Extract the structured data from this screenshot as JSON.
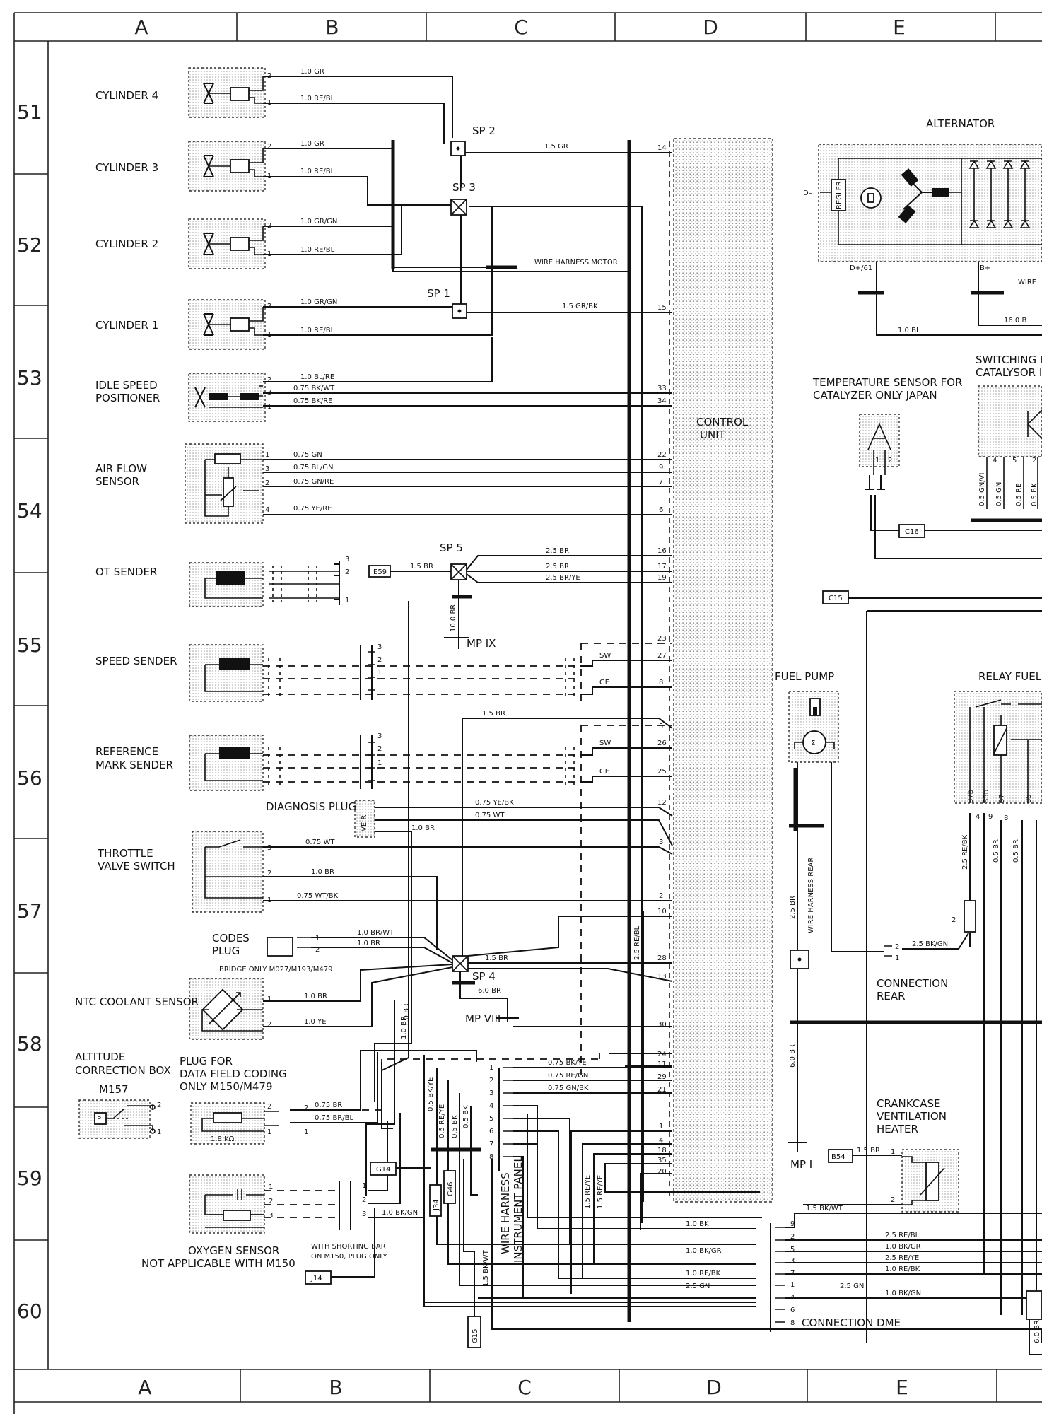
{
  "columns": [
    "A",
    "B",
    "C",
    "D",
    "E"
  ],
  "rows": [
    "51",
    "52",
    "53",
    "54",
    "55",
    "56",
    "57",
    "58",
    "59",
    "60"
  ],
  "components": {
    "cylinder4": "CYLINDER 4",
    "cylinder3": "CYLINDER 3",
    "cylinder2": "CYLINDER 2",
    "cylinder1": "CYLINDER 1",
    "idle_line1": "IDLE SPEED",
    "idle_line2": "POSITIONER",
    "airflow_line1": "AIR FLOW",
    "airflow_line2": "SENSOR",
    "ot_sender": "OT SENDER",
    "speed_sender": "SPEED SENDER",
    "refmark_line1": "REFERENCE",
    "refmark_line2": "MARK SENDER",
    "diagnosis_plug": "DIAGNOSIS PLUG",
    "throttle_line1": "THROTTLE",
    "throttle_line2": "VALVE SWITCH",
    "codes_line1": "CODES",
    "codes_line2": "PLUG",
    "bridge_note": "BRIDGE ONLY M027/M193/M479",
    "ntc": "NTC COOLANT SENSOR",
    "altitude_line1": "ALTITUDE",
    "altitude_line2": "CORRECTION BOX",
    "altitude_line3": "M157",
    "plugdata_line1": "PLUG FOR",
    "plugdata_line2": "DATA FIELD CODING",
    "plugdata_line3": "ONLY M150/M479",
    "resistor_value": "1.8 KΩ",
    "oxygen_line1": "OXYGEN SENSOR",
    "oxygen_line2": "NOT APPLICABLE WITH M150",
    "shorting_line1": "WITH SHORTING BAR",
    "shorting_line2": "ON M150, PLUG ONLY",
    "control_line1": "CONTROL",
    "control_line2": "UNIT",
    "alternator": "ALTERNATOR",
    "regler": "REGLER",
    "temp_line1": "TEMPERATURE SENSOR FOR",
    "temp_line2": "CATALYZER ONLY JAPAN",
    "switching_line1": "SWITCHING F",
    "switching_line2": "CATALYSOR I",
    "fuel_pump": "FUEL PUMP",
    "relay_fuel": "RELAY FUEL",
    "connrear_line1": "CONNECTION",
    "connrear_line2": "REAR",
    "crank_line1": "CRANKCASE",
    "crank_line2": "VENTILATION",
    "crank_line3": "HEATER",
    "connection_dme": "CONNECTION DME",
    "wh_motor": "WIRE HARNESS MOTOR",
    "wh_rear": "WIRE HARNESS REAR",
    "wh_instr_line1": "WIRE HARNESS",
    "wh_instr_line2": "INSTRUMENT PANEL",
    "wire_partial": "WIRE",
    "sw": "SW",
    "ge": "GE",
    "alt_minus": "D–",
    "alt_d61": "D+/61",
    "alt_bplus": "B+"
  },
  "splices": [
    "SP 1",
    "SP 2",
    "SP 3",
    "SP 4",
    "SP 5"
  ],
  "mass_points": [
    "MP IX",
    "MP VIII",
    "MP I"
  ],
  "refs": [
    "E59",
    "C16",
    "C15",
    "G14",
    "G46",
    "J34",
    "J14",
    "G15",
    "B54"
  ],
  "wires": {
    "w1": "1.0 GR",
    "w2": "1.0 RE/BL",
    "w3": "1.0 GR",
    "w4": "1.0 RE/BL",
    "w5": "1.0 GR/GN",
    "w6": "1.0 RE/BL",
    "w7": "1.0 GR/GN",
    "w8": "1.0 RE/BL",
    "w9": "1.5 GR",
    "w10": "1.5 GR/BK",
    "w11": "1.0 BL/RE",
    "w12": "0.75 BK/WT",
    "w13": "0.75 BK/RE",
    "w14": "0.75 GN",
    "w15": "0.75 BL/GN",
    "w16": "0.75 GN/RE",
    "w17": "0.75 YE/RE",
    "w18": "1.5 BR",
    "w19": "2.5 BR",
    "w20": "2.5 BR",
    "w21": "2.5 BR/YE",
    "w22": "10.0 BR",
    "w23": "1.5 BR",
    "w24": "0.75 YE/BK",
    "w25": "0.75 WT",
    "w26": "1.0 BR",
    "w27": "0.75 WT",
    "w28": "1.0 BR",
    "w29": "0.75 WT/BK",
    "w30": "1.0 BR/WT",
    "w31": "1.0 BR",
    "w32": "1.5 BR",
    "w33": "2.5 RE/BL",
    "w34": "1.0 BR",
    "w35": "1.0 YE",
    "w36": "6.0 BR",
    "w37": "1.0 BR",
    "w38": "0.75 BK/YE",
    "w39": "0.75 RE/GN",
    "w40": "0.75 GN/BK",
    "w41": "0.75 BR",
    "w42": "0.75 BR/BL",
    "w43": "0.5 BK/YE",
    "w44": "0.5 RE/YE",
    "w45": "0.5 BK",
    "w46": "1.0 BK/GN",
    "w47": "1.5 BK/WT",
    "w48": "1.5 RE/YE",
    "w49": "1.5 RE/YE",
    "w50": "1.0 BK",
    "w51": "1.0 BK/GR",
    "w52": "1.0 RE/BK",
    "w53": "2.5 GN",
    "w54": "1.5 BK/WT",
    "w55": "2.5 RE/BL",
    "w56": "1.0 BK/GR",
    "w57": "2.5 RE/YE",
    "w58": "1.0 RE/BK",
    "w59": "2.5 GN",
    "w60": "1.0 BK/GN",
    "w61": "1.5 BR",
    "w62": "2.5 BR",
    "w63": "6.0 BR",
    "w64": "2.5 BK/GN",
    "w65": "2.5 RE/BK",
    "w66": "0.5 BR",
    "w67": "0.5 BR",
    "w68": "1.0 BL",
    "w69": "16.0 B",
    "w70": "0.5 GN/VI",
    "w71": "0.5 GN",
    "w72": "0.5 RE",
    "w73": "0.5 BK",
    "w74": "6.0 BR"
  },
  "cu_pins": [
    "14",
    "15",
    "33",
    "34",
    "22",
    "9",
    "7",
    "6",
    "16",
    "17",
    "19",
    "23",
    "27",
    "8",
    "5",
    "26",
    "25",
    "12",
    "3",
    "2",
    "10",
    "28",
    "13",
    "30",
    "24",
    "11",
    "29",
    "21",
    "1",
    "4",
    "18",
    "35",
    "20"
  ],
  "dme_pins": [
    "9",
    "2",
    "5",
    "3",
    "7",
    "1",
    "4",
    "6",
    "8"
  ],
  "pins": {
    "p1": "2",
    "p2": "1",
    "p3": "2",
    "p4": "1",
    "p5": "2",
    "p6": "1",
    "p7": "2",
    "p8": "1",
    "p9": "2",
    "p10": "3",
    "p11": "1",
    "p12": "1",
    "p13": "3",
    "p14": "2",
    "p15": "4",
    "p16": "3",
    "p17": "2",
    "p18": "1",
    "p19": "3",
    "p20": "2",
    "p21": "1",
    "p22": "3",
    "p23": "2",
    "p24": "1",
    "p25": "3",
    "p26": "2",
    "p27": "1",
    "p28": "1",
    "p29": "2",
    "p30": "1",
    "p31": "2",
    "p32": "2",
    "p33": "1",
    "p34": "2",
    "p35": "1",
    "p36": "1",
    "p37": "2",
    "p38": "3",
    "p39": "1",
    "p40": "2",
    "p41": "3",
    "p42": "1",
    "p43": "2",
    "p44": "3",
    "p45": "4",
    "p46": "5",
    "p47": "6",
    "p48": "7",
    "p49": "8",
    "p50": "2",
    "p51": "1",
    "p52": "1",
    "p53": "2",
    "p54": "4",
    "p55": "9",
    "p56": "8",
    "p57": "2",
    "p58": "1",
    "p59": "5",
    "p60": "2",
    "r1": "87b",
    "r2": "85b",
    "r3": "87",
    "r4": "85",
    "r5": "2"
  }
}
